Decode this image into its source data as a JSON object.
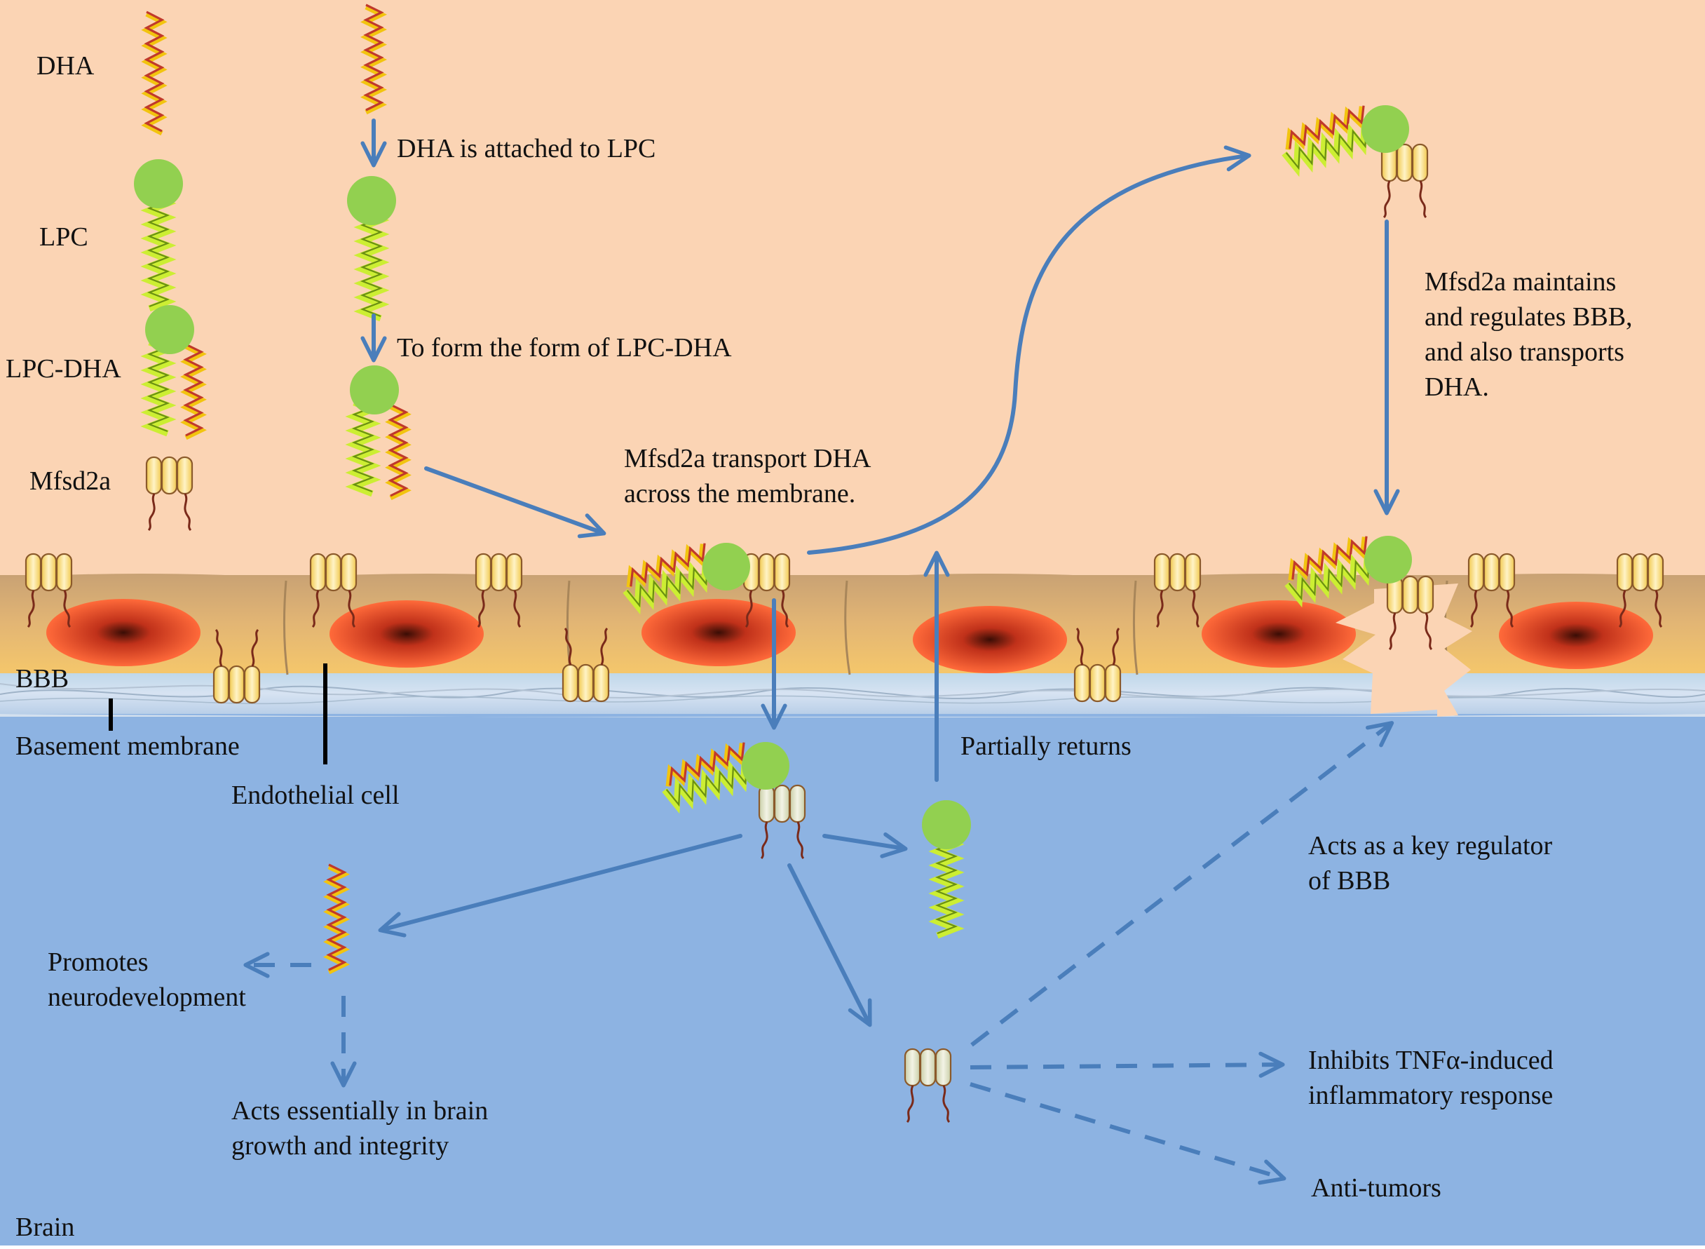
{
  "legend": {
    "dha": "DHA",
    "lpc": "LPC",
    "lpc_dha": "LPC-DHA",
    "mfsd2a": "Mfsd2a"
  },
  "steps": {
    "attach": "DHA is attached to LPC",
    "form": "To form the form of LPC-DHA",
    "transport_line1": "Mfsd2a transport DHA",
    "transport_line2": "across the membrane.",
    "maintains_line1": "Mfsd2a maintains",
    "maintains_line2": "and regulates BBB,",
    "maintains_line3": "and also transports",
    "maintains_line4": "DHA.",
    "partially_returns": "Partially returns"
  },
  "structure": {
    "bbb": "BBB",
    "basement_membrane": "Basement membrane",
    "endothelial_cell": "Endothelial cell",
    "brain": "Brain"
  },
  "effects": {
    "promotes_line1": "Promotes",
    "promotes_line2": "neurodevelopment",
    "acts_brain_line1": "Acts essentially in brain",
    "acts_brain_line2": "growth and integrity",
    "key_regulator_line1": "Acts as a key regulator",
    "key_regulator_line2": "of BBB",
    "inhibits_line1": "Inhibits TNFα-induced",
    "inhibits_line2": "inflammatory response",
    "anti_tumors": "Anti-tumors"
  },
  "colors": {
    "blood_side": "#fbd4b4",
    "brain_side": "#8db3e2",
    "arrow": "#4a7ebb",
    "lpc_head": "#92d050",
    "lpc_tail": "#ccee33",
    "dha_red": "#c0392b",
    "dha_yellow": "#f2c40f",
    "nucleus": "#ff5a36",
    "protein_fill": "#fde9a9",
    "protein_stroke": "#8b5a2b"
  }
}
